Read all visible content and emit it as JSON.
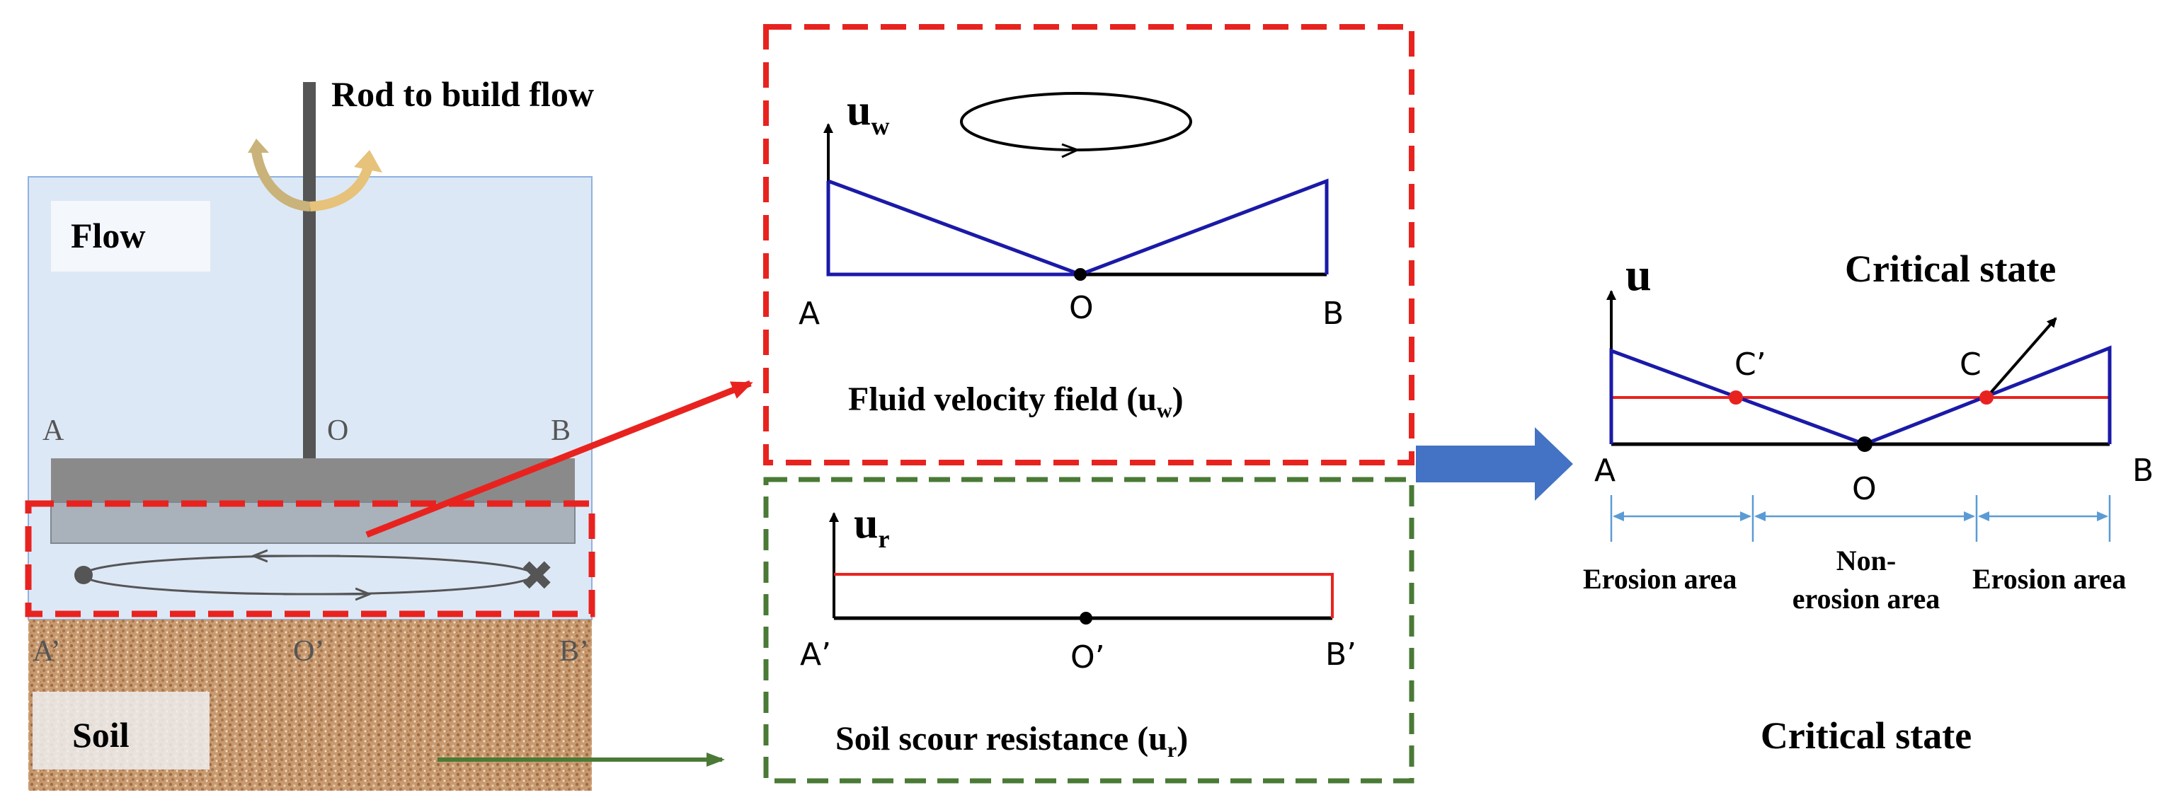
{
  "apparatus": {
    "rod_label": "Rod to build flow",
    "flow_label": "Flow",
    "soil_label": "Soil",
    "point_a": "A",
    "point_o": "O",
    "point_b": "B",
    "point_a_prime": "A’",
    "point_o_prime": "O’",
    "point_b_prime": "B’"
  },
  "velocity_panel": {
    "axis_symbol": "u",
    "axis_subscript": "w",
    "caption_main": "Fluid velocity field (u",
    "caption_sub": "w",
    "caption_end": ")",
    "point_a": "A",
    "point_o": "O",
    "point_b": "B"
  },
  "resistance_panel": {
    "axis_symbol": "u",
    "axis_subscript": "r",
    "caption_main": "Soil scour resistance (u",
    "caption_sub": "r",
    "caption_end": ")",
    "point_a": "A’",
    "point_o": "O’",
    "point_b": "B’"
  },
  "critical_panel": {
    "axis_symbol": "u",
    "title": "Critical state",
    "caption": "Critical state",
    "point_a": "A",
    "point_o": "O",
    "point_b": "B",
    "point_c_prime": "C’",
    "point_c": "C",
    "zone_left": "Erosion area",
    "zone_middle_line1": "Non-",
    "zone_middle_line2": "erosion area",
    "zone_right": "Erosion area"
  },
  "colors": {
    "velocity_line": "#1a1aa8",
    "resistance_line": "#e8231f",
    "red_dash": "#e8231f",
    "green_dash": "#4a7a36",
    "flow_fill": "#dde8f6",
    "flow_border": "#8fb2e0",
    "big_arrow": "#4472c4",
    "zone_arrows": "#5b9bd5",
    "plate": "#8a8a8a",
    "rod": "#555555"
  }
}
